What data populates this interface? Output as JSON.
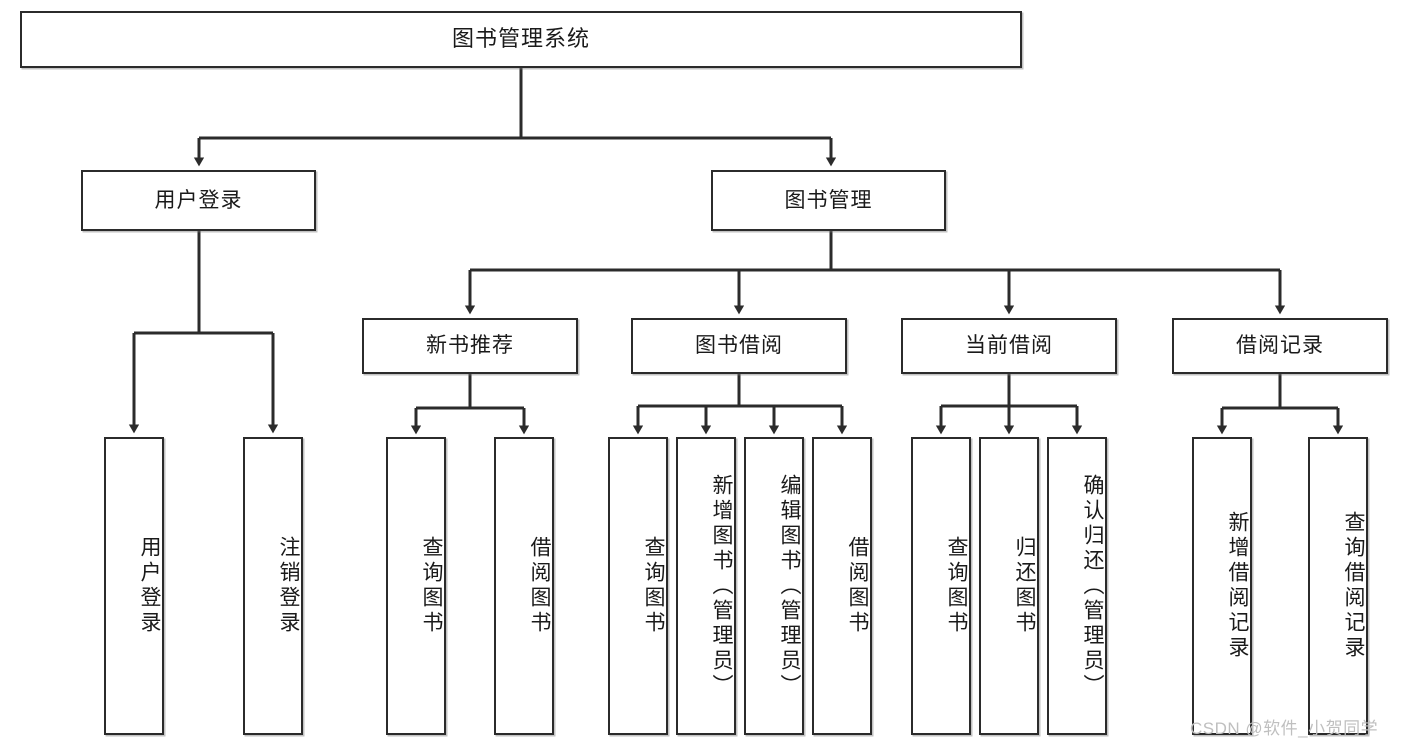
{
  "diagram": {
    "title": "图书管理系统",
    "type": "tree",
    "watermark": "CSDN @软件_小贺同学",
    "accent_color": "#2b2b2b",
    "background_color": "#ffffff",
    "levels": {
      "root": {
        "label": "图书管理系统"
      },
      "level2": [
        {
          "label": "用户登录"
        },
        {
          "label": "图书管理"
        }
      ],
      "level3": [
        {
          "label": "新书推荐"
        },
        {
          "label": "图书借阅"
        },
        {
          "label": "当前借阅"
        },
        {
          "label": "借阅记录"
        }
      ],
      "leaves": {
        "user_login": [
          {
            "label": "用户登录"
          },
          {
            "label": "注销登录"
          }
        ],
        "new_book_recommend": [
          {
            "label": "查询图书"
          },
          {
            "label": "借阅图书"
          }
        ],
        "book_borrow": [
          {
            "label": "查询图书"
          },
          {
            "label": "新增图书（管理员）"
          },
          {
            "label": "编辑图书（管理员）"
          },
          {
            "label": "借阅图书"
          }
        ],
        "current_borrow": [
          {
            "label": "查询图书"
          },
          {
            "label": "归还图书"
          },
          {
            "label": "确认归还（管理员）"
          }
        ],
        "borrow_record": [
          {
            "label": "新增借阅记录"
          },
          {
            "label": "查询借阅记录"
          }
        ]
      }
    }
  }
}
